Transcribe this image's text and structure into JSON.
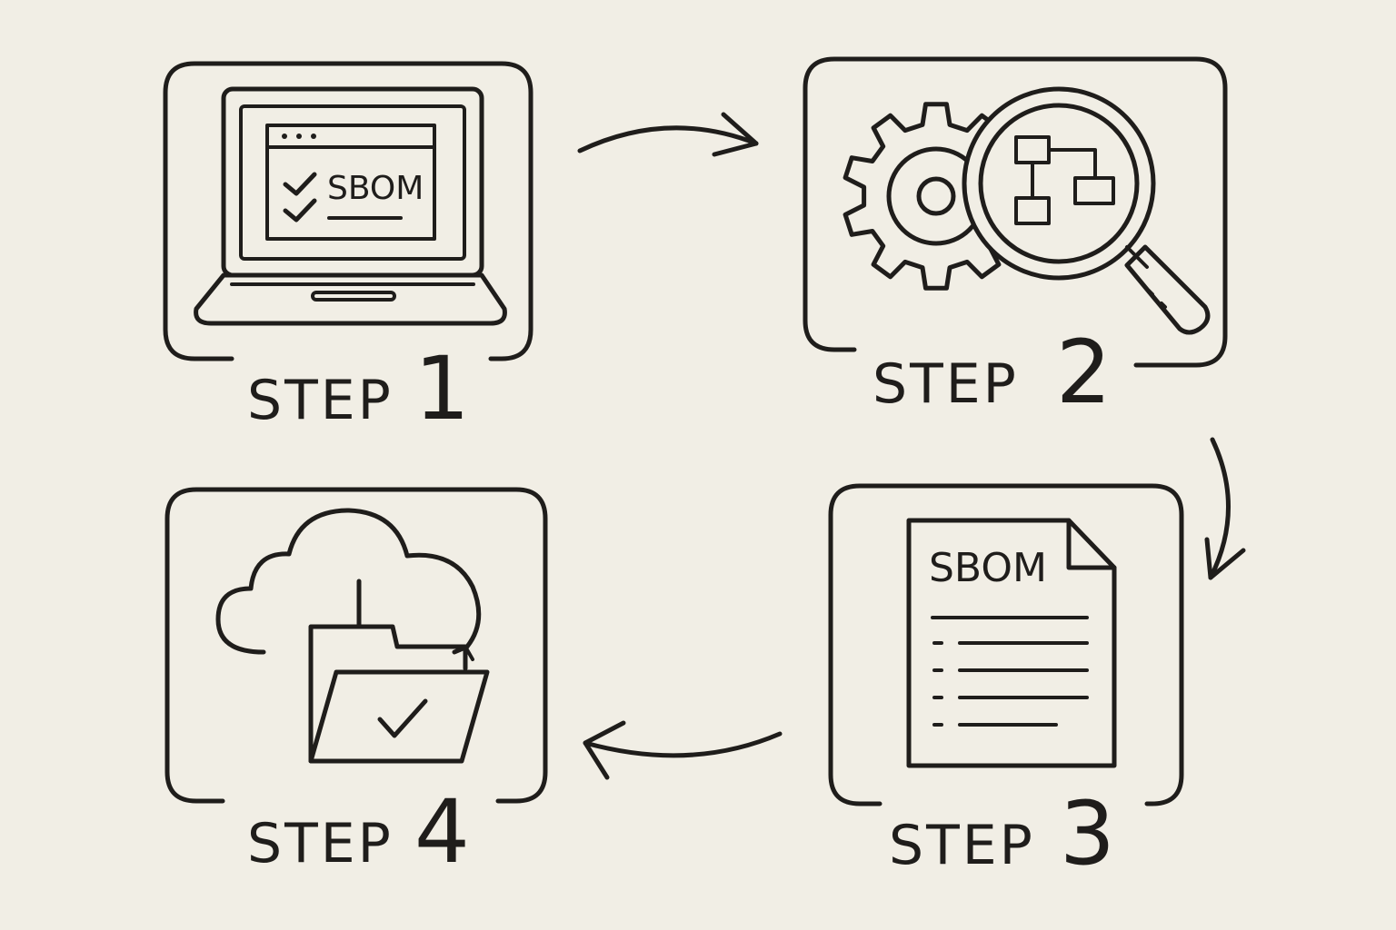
{
  "steps": [
    {
      "word": "STEP",
      "number": "1",
      "icon": "laptop-sbom-checklist-icon",
      "icon_text": "SBOM"
    },
    {
      "word": "STEP",
      "number": "2",
      "icon": "gear-magnifier-diagram-icon"
    },
    {
      "word": "STEP",
      "number": "3",
      "icon": "sbom-document-icon",
      "icon_text": "SBOM"
    },
    {
      "word": "STEP",
      "number": "4",
      "icon": "cloud-folder-check-icon"
    }
  ],
  "colors": {
    "ink": "#1f1d1b",
    "paper": "#f1eee5"
  }
}
